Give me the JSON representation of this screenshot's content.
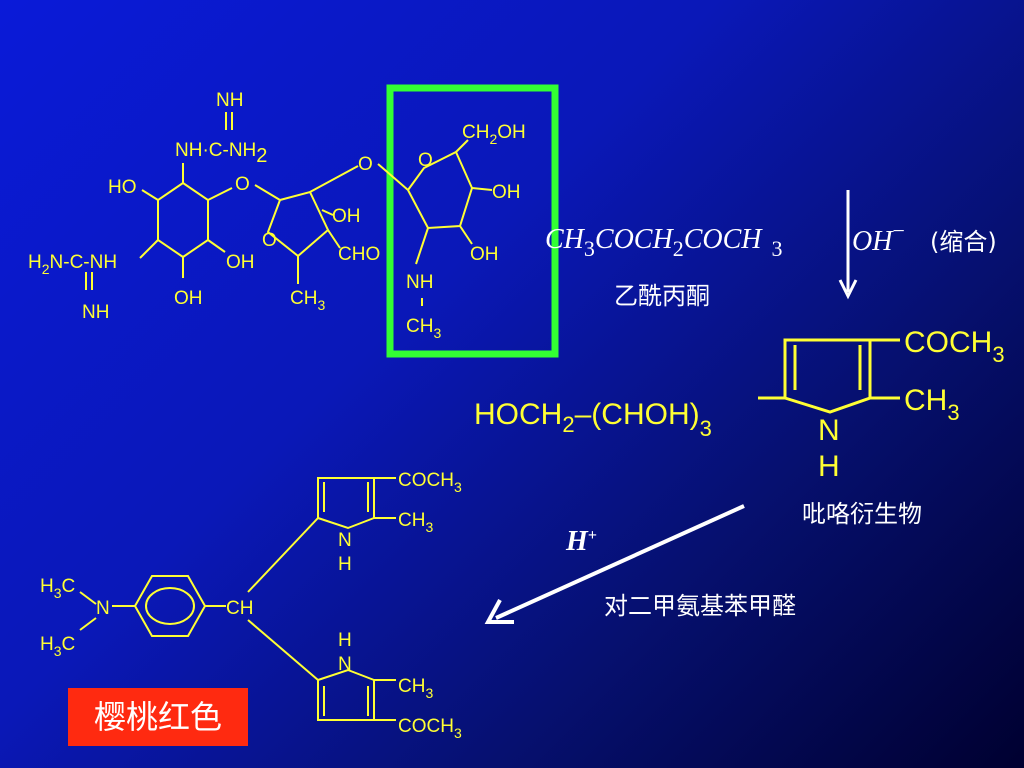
{
  "streptomycin": {
    "nh_top": "NH",
    "nh_c_nh2": "NH·C-NH",
    "sub_2": "2",
    "ho": "HO",
    "o": "O",
    "h2n_c_nh": "N-C-NH",
    "h_h2n": "H",
    "nh_bottom": "NH",
    "oh": "OH",
    "cho": "CHO",
    "ch3": "CH",
    "sub_3": "3",
    "ch2oh_a": "CH",
    "ch2oh_b": "OH",
    "nh_side": "NH",
    "ch3_side": "CH"
  },
  "reagent": {
    "formula_a": "CH",
    "formula_b": "COCH",
    "formula_c": "COCH",
    "n3": "3",
    "n2": "2",
    "base": "OH",
    "minus": "−",
    "condition": "(缩合)",
    "name": "乙酰丙酮"
  },
  "pyrrole": {
    "left_group": "HOCH",
    "chain_open": "–(",
    "chain": "CHOH",
    "chain_close": ")",
    "sub_3": "3",
    "coch3": "COCH",
    "ch3": "CH",
    "n": "N",
    "h": "H",
    "name": "吡咯衍生物"
  },
  "second_step": {
    "acid": "H",
    "plus": "+",
    "reagent_name": "对二甲氨基苯甲醛"
  },
  "product": {
    "h3c": "H",
    "c": "C",
    "sub_3": "3",
    "n": "N",
    "ch": "CH",
    "coch3": "COCH",
    "ch3": "CH",
    "nh_n": "N",
    "nh_h": "H",
    "name": "樱桃红色"
  },
  "colors": {
    "structure": "#ffff33",
    "box": "#33ff33",
    "badge": "#ff2a10"
  }
}
